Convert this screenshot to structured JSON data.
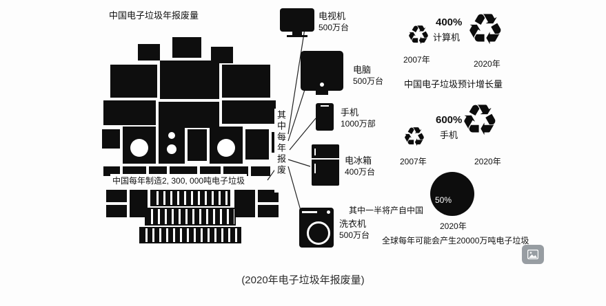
{
  "page": {
    "caption": "(2020年电子垃圾年报废量)",
    "background": "#fdfdfd",
    "ink": "#111111"
  },
  "pile": {
    "title": "中国电子垃圾年报废量",
    "note": "中国每年制造2, 300, 000吨电子垃圾"
  },
  "scrapped": {
    "label": "其中每年报废",
    "items": [
      {
        "icon": "tv-icon",
        "name": "电视机",
        "qty": "500万台"
      },
      {
        "icon": "desktop-computer-icon",
        "name": "电脑",
        "qty": "500万台"
      },
      {
        "icon": "mobile-phone-icon",
        "name": "手机",
        "qty": "1000万部"
      },
      {
        "icon": "refrigerator-icon",
        "name": "电冰箱",
        "qty": "400万台"
      },
      {
        "icon": "washing-machine-icon",
        "name": "洗衣机",
        "qty": "500万台"
      }
    ]
  },
  "growth": {
    "title": "中国电子垃圾预计增长量",
    "groups": [
      {
        "percent": "400%",
        "item": "计算机",
        "from_year": "2007年",
        "to_year": "2020年"
      },
      {
        "percent": "600%",
        "item": "手机",
        "from_year": "2007年",
        "to_year": "2020年"
      }
    ]
  },
  "global_forecast": {
    "share_value": "50%",
    "share_label": "其中一半将产自中国",
    "year": "2020年",
    "note": "全球每年可能会产生20000万吨电子垃圾"
  },
  "icons": {
    "recycle_glyph": "♻"
  }
}
